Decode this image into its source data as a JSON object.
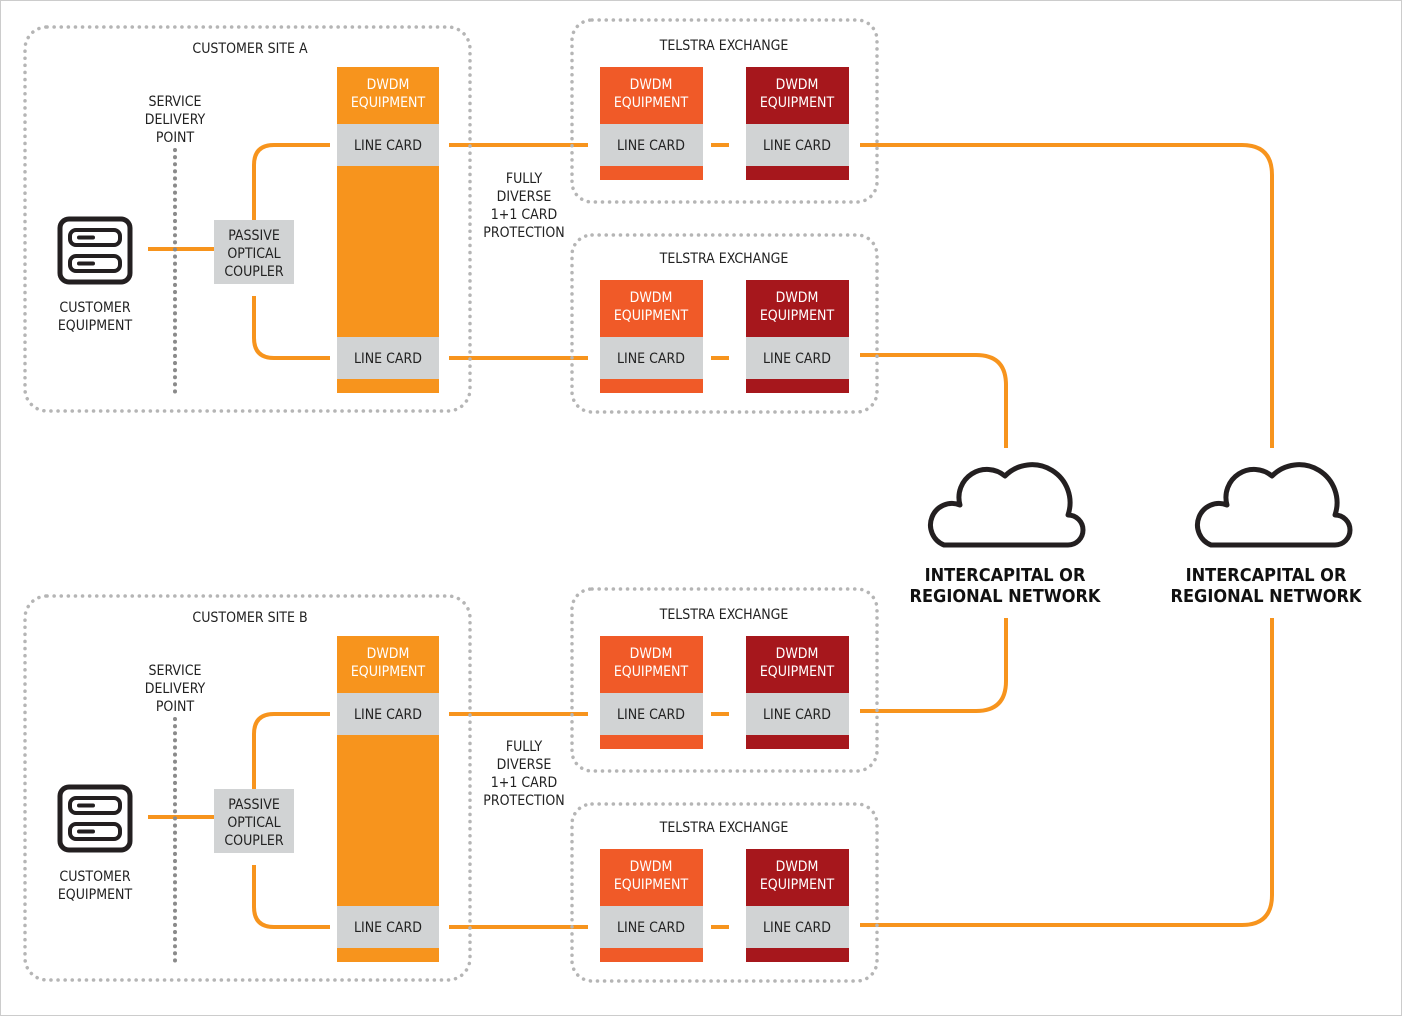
{
  "colors": {
    "connection_line": "#f7941d",
    "customer_dwdm": "#f7941d",
    "exchange_dwdm_primary": "#f05a28",
    "exchange_dwdm_secondary": "#a6171c",
    "line_card": "#d1d3d4",
    "dotted_boundary": "#b5b5b5",
    "border": "#cccccc"
  },
  "sites": [
    {
      "label": "CUSTOMER SITE A",
      "service_delivery_point": [
        "SERVICE",
        "DELIVERY",
        "POINT"
      ],
      "customer_equipment": [
        "CUSTOMER",
        "EQUIPMENT"
      ],
      "coupler": [
        "PASSIVE",
        "OPTICAL",
        "COUPLER"
      ],
      "dwdm": [
        "DWDM",
        "EQUIPMENT"
      ],
      "line_card_top": "LINE CARD",
      "line_card_bottom": "LINE CARD",
      "protection": [
        "FULLY",
        "DIVERSE",
        "1+1 CARD",
        "PROTECTION"
      ],
      "exchanges": [
        {
          "label": "TELSTRA EXCHANGE",
          "dwdm_a": [
            "DWDM",
            "EQUIPMENT"
          ],
          "dwdm_b": [
            "DWDM",
            "EQUIPMENT"
          ],
          "card_a": "LINE CARD",
          "card_b": "LINE CARD"
        },
        {
          "label": "TELSTRA EXCHANGE",
          "dwdm_a": [
            "DWDM",
            "EQUIPMENT"
          ],
          "dwdm_b": [
            "DWDM",
            "EQUIPMENT"
          ],
          "card_a": "LINE CARD",
          "card_b": "LINE CARD"
        }
      ]
    },
    {
      "label": "CUSTOMER SITE B",
      "service_delivery_point": [
        "SERVICE",
        "DELIVERY",
        "POINT"
      ],
      "customer_equipment": [
        "CUSTOMER",
        "EQUIPMENT"
      ],
      "coupler": [
        "PASSIVE",
        "OPTICAL",
        "COUPLER"
      ],
      "dwdm": [
        "DWDM",
        "EQUIPMENT"
      ],
      "line_card_top": "LINE CARD",
      "line_card_bottom": "LINE CARD",
      "protection": [
        "FULLY",
        "DIVERSE",
        "1+1 CARD",
        "PROTECTION"
      ],
      "exchanges": [
        {
          "label": "TELSTRA EXCHANGE",
          "dwdm_a": [
            "DWDM",
            "EQUIPMENT"
          ],
          "dwdm_b": [
            "DWDM",
            "EQUIPMENT"
          ],
          "card_a": "LINE CARD",
          "card_b": "LINE CARD"
        },
        {
          "label": "TELSTRA EXCHANGE",
          "dwdm_a": [
            "DWDM",
            "EQUIPMENT"
          ],
          "dwdm_b": [
            "DWDM",
            "EQUIPMENT"
          ],
          "card_a": "LINE CARD",
          "card_b": "LINE CARD"
        }
      ]
    }
  ],
  "networks": [
    {
      "label": [
        "INTERCAPITAL OR",
        "REGIONAL NETWORK"
      ],
      "icon": "cloud-icon"
    },
    {
      "label": [
        "INTERCAPITAL OR",
        "REGIONAL NETWORK"
      ],
      "icon": "cloud-icon"
    }
  ],
  "icons": {
    "customer_equipment": "server-icon",
    "network": "cloud-icon"
  }
}
